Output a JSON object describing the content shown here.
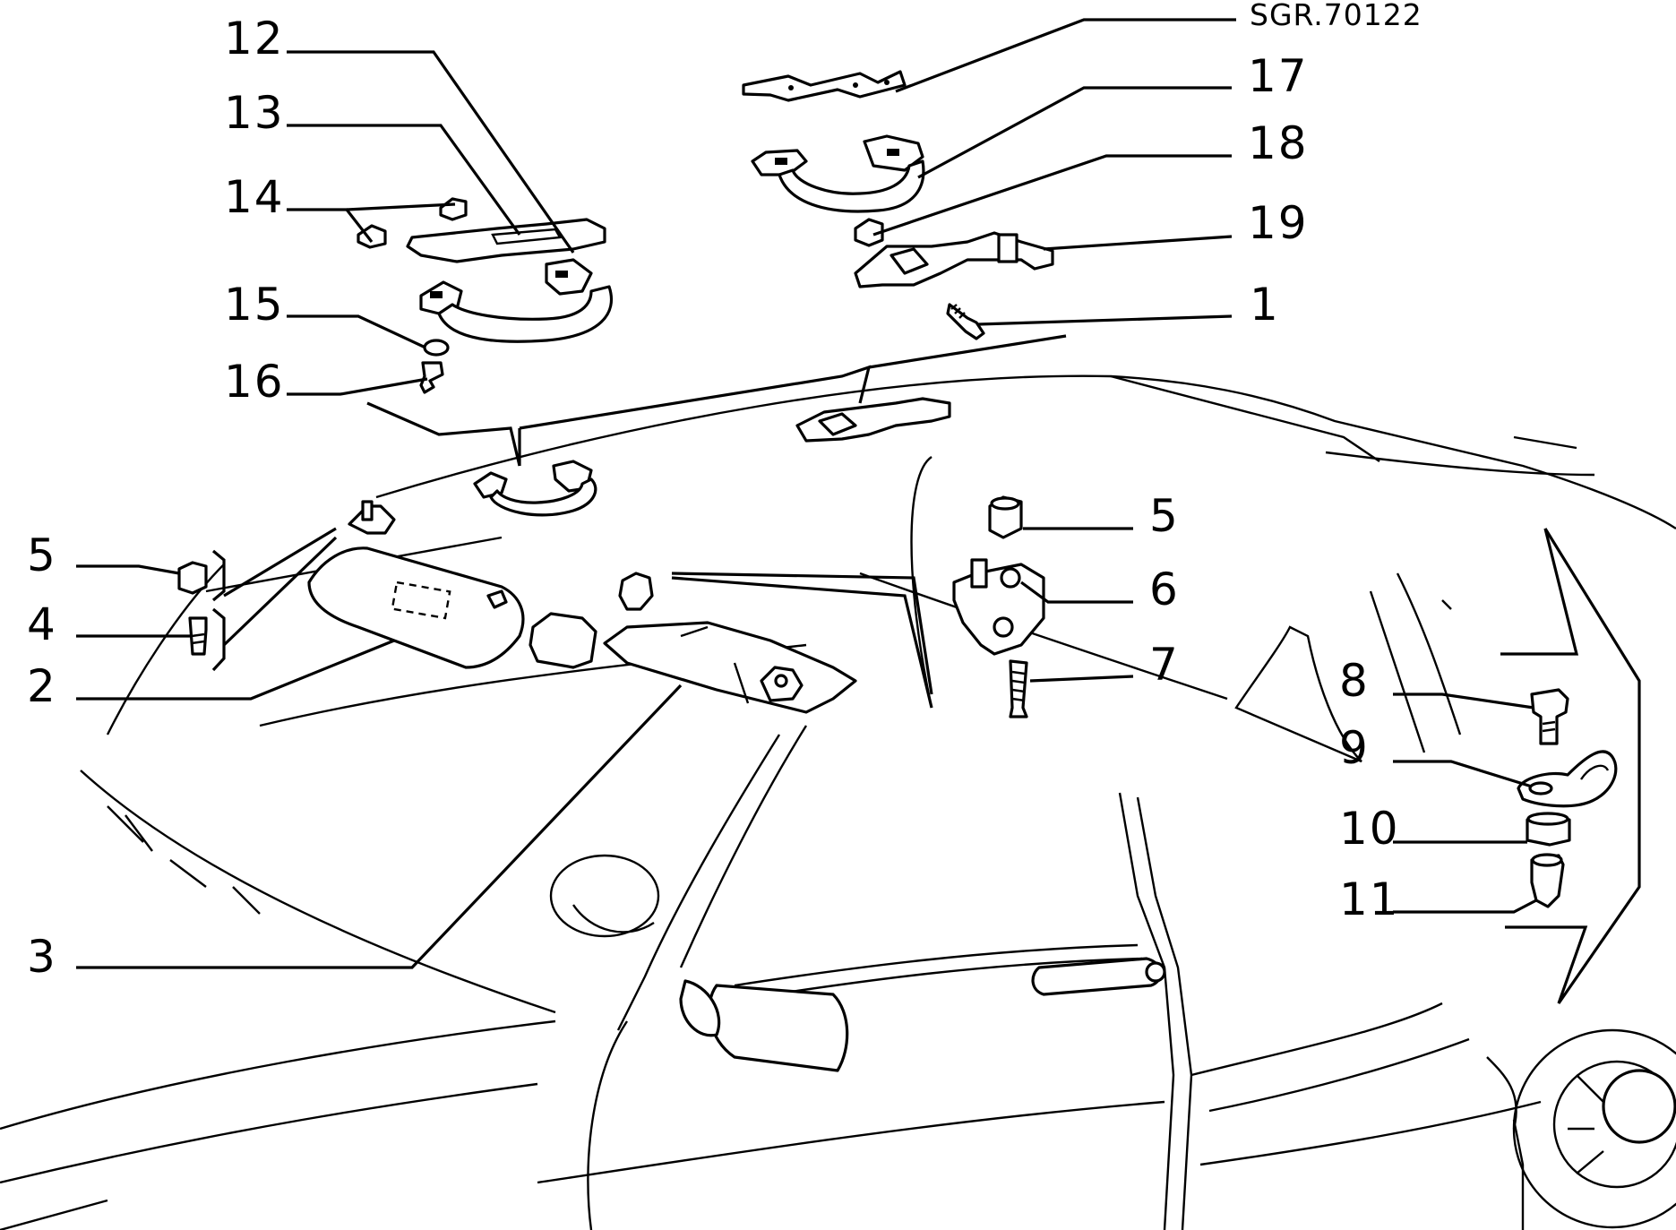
{
  "diagram": {
    "reference_code": "SGR.70122",
    "callouts": [
      "1",
      "2",
      "3",
      "4",
      "5",
      "6",
      "7",
      "8",
      "9",
      "10",
      "11",
      "12",
      "13",
      "14",
      "15",
      "16",
      "17",
      "18",
      "19"
    ],
    "callout_labels": {
      "c1": "1",
      "c2": "2",
      "c3": "3",
      "c4": "4",
      "c5a": "5",
      "c5b": "5",
      "c6": "6",
      "c7": "7",
      "c8": "8",
      "c9": "9",
      "c10": "10",
      "c11": "11",
      "c12": "12",
      "c13": "13",
      "c14": "14",
      "c15": "15",
      "c16": "16",
      "c17": "17",
      "c18": "18",
      "c19": "19"
    }
  }
}
